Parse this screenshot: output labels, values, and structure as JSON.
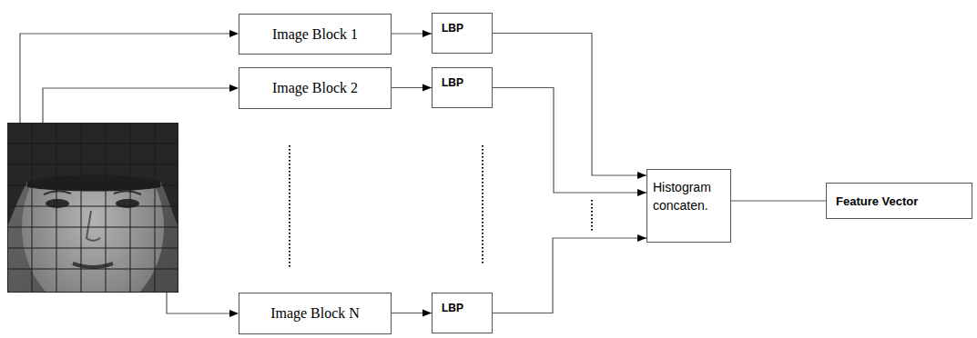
{
  "diagram": {
    "nodes": [
      {
        "text": [
          "Image Block 1"
        ]
      },
      {
        "text": [
          "LBP"
        ]
      },
      {
        "text": [
          "Image Block 2"
        ]
      },
      {
        "text": [
          "LBP"
        ]
      },
      {
        "text": [
          "Histogram concaten."
        ]
      },
      {
        "text": [
          "Feature Vector"
        ]
      },
      {
        "text": [
          "Image Block N"
        ]
      },
      {
        "text": [
          "LBP"
        ]
      }
    ],
    "edges": [
      {
        "from": 0,
        "to": 1,
        "arrow": "to"
      },
      {
        "from": 2,
        "to": 3,
        "arrow": "to"
      },
      {
        "from": 6,
        "to": 7,
        "arrow": "to"
      },
      {
        "from": 1,
        "to": 4,
        "arrow": "to"
      },
      {
        "from": 3,
        "to": 4,
        "arrow": "to"
      },
      {
        "from": 7,
        "to": 4,
        "arrow": "to"
      },
      {
        "from": 4,
        "to": 5,
        "arrow": "none"
      }
    ]
  }
}
